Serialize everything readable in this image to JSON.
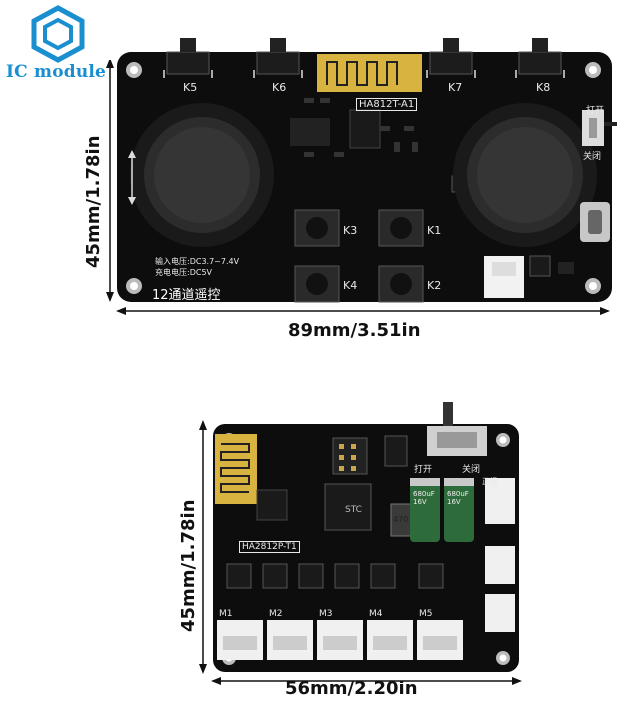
{
  "logo": {
    "text": "IC module"
  },
  "board_top": {
    "keys": [
      "K5",
      "K6",
      "K7",
      "K8"
    ],
    "chip_label": "HA812T-A1",
    "buttons": [
      "K3",
      "K1",
      "K4",
      "K2"
    ],
    "switch_on": "打开",
    "switch_off": "关闭",
    "voltage_line1": "输入电压:DC3.7~7.4V",
    "voltage_line2": "充电电压:DC5V",
    "name": "12通道遥控",
    "width_label": "89mm/3.51in",
    "height_label": "45mm/1.78in"
  },
  "board_bottom": {
    "chip_label": "HA2812P-T1",
    "mcu_label": "STC",
    "inductor_label": "470",
    "cap1_label": "680uF 16V",
    "cap2_label": "680uF 16V",
    "switch_on": "打开",
    "switch_off": "关闭",
    "pos_label": "正极",
    "motor_labels": [
      "M1",
      "M2",
      "M3",
      "M4",
      "M5"
    ],
    "width_label": "56mm/2.20in",
    "height_label": "45mm/1.78in"
  },
  "colors": {
    "logo": "#1a8fd0",
    "pcb": "#0d0d0d",
    "silk": "#e9e9e9"
  }
}
